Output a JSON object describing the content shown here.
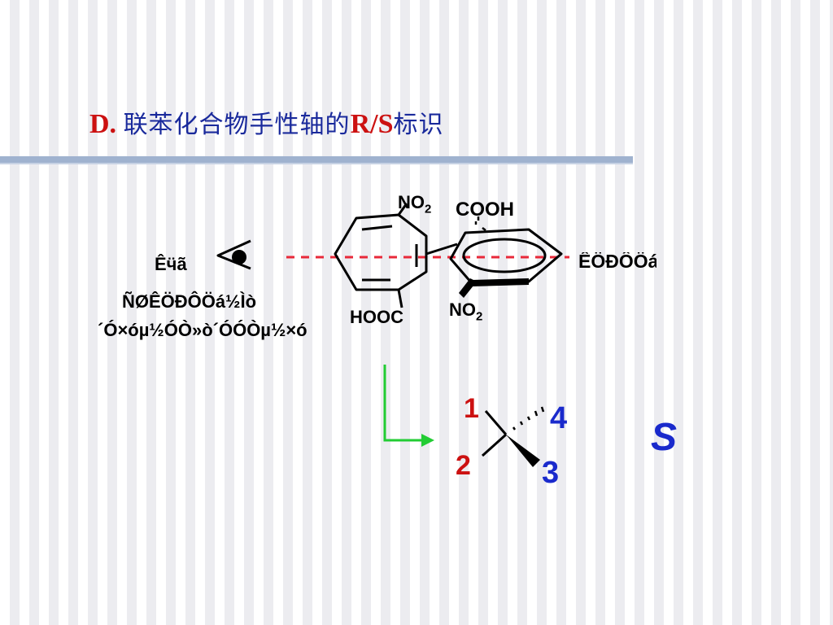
{
  "title": {
    "prefix": "D.",
    "text": "联苯化合物手性轴的",
    "rs": "R/S",
    "suffix": "标识"
  },
  "molecule": {
    "no2_top": "NO",
    "no2_top_sub": "2",
    "cooh": "COOH",
    "hooc": "HOOC",
    "no2_bottom": "NO",
    "no2_bottom_sub": "2",
    "axis_label": "ÊÖÐÔÖá"
  },
  "viewer": {
    "eye_label": "Êӵã",
    "note_line1": "ÑØÊÖÐÔÖá½Ìò",
    "note_line2": "´Ó×óµ½ÓÒ»ò´ÓÓÒµ½×ó"
  },
  "projection": {
    "labels": [
      "1",
      "2",
      "3",
      "4"
    ],
    "configuration": "S"
  },
  "colors": {
    "title_blue": "#1a2a9c",
    "title_red": "#cc1111",
    "axis_dash": "#e8293a",
    "arrow_green": "#22cc33",
    "priority_red": "#cc1111",
    "priority_blue": "#1a2acc",
    "config_blue": "#1a2acc"
  }
}
